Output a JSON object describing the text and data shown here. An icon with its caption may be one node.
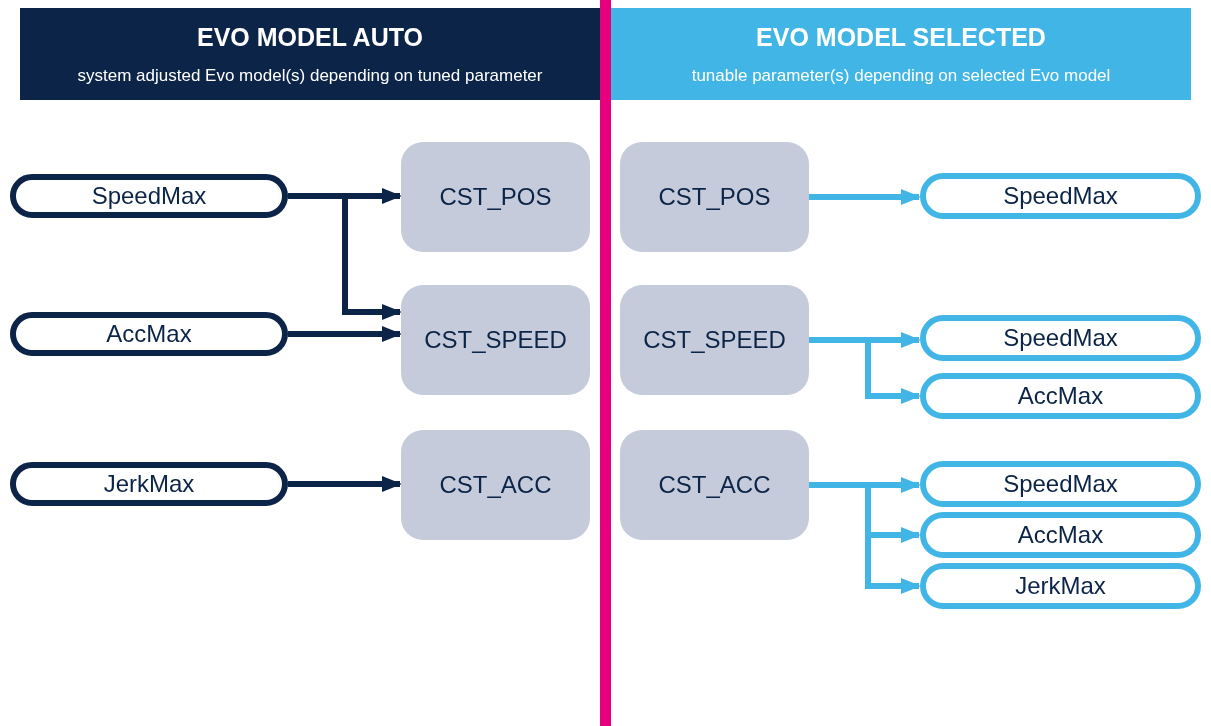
{
  "diagram": {
    "nodes": [
      {
        "text": [
          "EVO MODEL AUTO",
          "system adjusted Evo model(s) depending on tuned parameter"
        ]
      },
      {
        "text": [
          "EVO MODEL SELECTED",
          "tunable parameter(s) depending on selected Evo model"
        ]
      },
      {
        "text": [
          "SpeedMax"
        ]
      },
      {
        "text": [
          "CST_POS"
        ]
      },
      {
        "text": [
          "CST_POS"
        ]
      },
      {
        "text": [
          "SpeedMax"
        ]
      },
      {
        "text": [
          "AccMax"
        ]
      },
      {
        "text": [
          "CST_SPEED"
        ]
      },
      {
        "text": [
          "CST_SPEED"
        ]
      },
      {
        "text": [
          "SpeedMax"
        ]
      },
      {
        "text": [
          "AccMax"
        ]
      },
      {
        "text": [
          "JerkMax"
        ]
      },
      {
        "text": [
          "CST_ACC"
        ]
      },
      {
        "text": [
          "CST_ACC"
        ]
      },
      {
        "text": [
          "SpeedMax"
        ]
      },
      {
        "text": [
          "AccMax"
        ]
      },
      {
        "text": [
          "JerkMax"
        ]
      }
    ],
    "edges": [
      {
        "from": 2,
        "to": 3,
        "arrow": "to",
        "color": "#0b2447"
      },
      {
        "from": 2,
        "to": 7,
        "arrow": "to",
        "color": "#0b2447"
      },
      {
        "from": 6,
        "to": 7,
        "arrow": "to",
        "color": "#0b2447"
      },
      {
        "from": 11,
        "to": 12,
        "arrow": "to",
        "color": "#0b2447"
      },
      {
        "from": 4,
        "to": 5,
        "arrow": "to"
      },
      {
        "from": 8,
        "to": 9,
        "arrow": "to"
      },
      {
        "from": 8,
        "to": 10,
        "arrow": "to"
      },
      {
        "from": 13,
        "to": 14,
        "arrow": "to"
      },
      {
        "from": 13,
        "to": 15,
        "arrow": "to"
      },
      {
        "from": 13,
        "to": 16,
        "arrow": "to"
      }
    ]
  }
}
